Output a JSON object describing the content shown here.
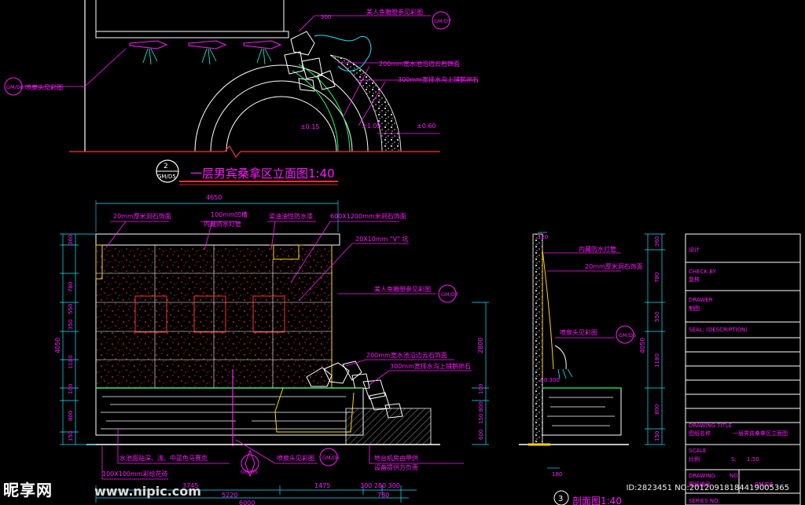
{
  "titles": {
    "main": "一层男宾桑拿区立面图1:40",
    "ref_code": "GM/D5",
    "ref_num": "2",
    "section": "剖面图1:40",
    "section_num": "3"
  },
  "labels": {
    "mermaid_top": "美人鱼雕塑参见彩图",
    "mermaid_main": "美人鱼雕塑参见彩图",
    "ref_gm_d7": "GM/D7",
    "ref_gm_d6": "GM/D6",
    "ref_gm_d5": "GM/D5",
    "dim_300_top": "300",
    "stone_edge_200": "200mm宽水池沿边云石饰面",
    "cobble_300": "300mm宽排水沟上铺鹅卵石",
    "spray_head": "喷泉头见彩图",
    "elev_1": "±0.15",
    "elev_2": "±1.05",
    "elev_3": "±0.60",
    "marble_20": "20mm厚米洞石饰面",
    "light_slot": "100mm凹槽",
    "light_tube": "内藏防水灯管",
    "waterproof_beam": "梁油油性防水漆",
    "stone_600x1200": "600X1200mm米洞石饰面",
    "v_groove": "20X10mm \"V\" 坑",
    "pool_mosaic": "水池面贴深、浅、中蓝色马赛克",
    "mosaic_100": "100X100mm彩绘花砖",
    "equipment_1": "地台机房由甲供",
    "equipment_2": "设备提供方负责",
    "elev_section": "±0.300"
  },
  "dims": {
    "top_overall": "4650",
    "b_3745": "3745",
    "b_1475": "1475",
    "b_300_280_300": "300 280 300",
    "b_5220": "5220",
    "b_780": "780",
    "b_6000": "6000",
    "l_4050": "4050",
    "l_360": "360",
    "l_780": "780",
    "l_550": "550",
    "l_350": "350",
    "l_1180": "1180",
    "l_100": "100",
    "l_800": "800",
    "l_150": "150",
    "r_2800": "2800",
    "r_100": "100",
    "r_150_800": "150 800",
    "r_600": "600",
    "s_180": "180",
    "s_top": "120"
  },
  "title_block": {
    "design": "设计",
    "check_by": "CHECK BY",
    "check_by_cn": "复核",
    "drawer": "DRAWER",
    "drawer_cn": "制图",
    "seal": "SEAL: (DESCRIPTION)",
    "drawing_title": "DRAWING TITLE",
    "drawing_name": "图纸名称",
    "drawing_name_value": "一层男宾桑拿区立面图",
    "scale": "SCALE",
    "scale_cn": "比例",
    "scale_s": "S:",
    "scale_value": "1:50",
    "drawing_no": "DRAWING",
    "no_label": "NO:",
    "drawing_no_cn": "图纸编号",
    "drawing_no_value": "GM/D5",
    "series_no": "SERIES NO:"
  },
  "watermark": {
    "logo": "昵享网",
    "url": "www.nipic.com",
    "id_line": "ID:2823451 NO:20120918184419005365"
  },
  "colors": {
    "background": "#000000",
    "annotation": "#ff19ff",
    "dimension": "#19e6ff",
    "outline": "#ffffff",
    "granite_speckle": "#ff2a2a",
    "water_edge": "#19ff60",
    "trim": "#ffd700"
  }
}
